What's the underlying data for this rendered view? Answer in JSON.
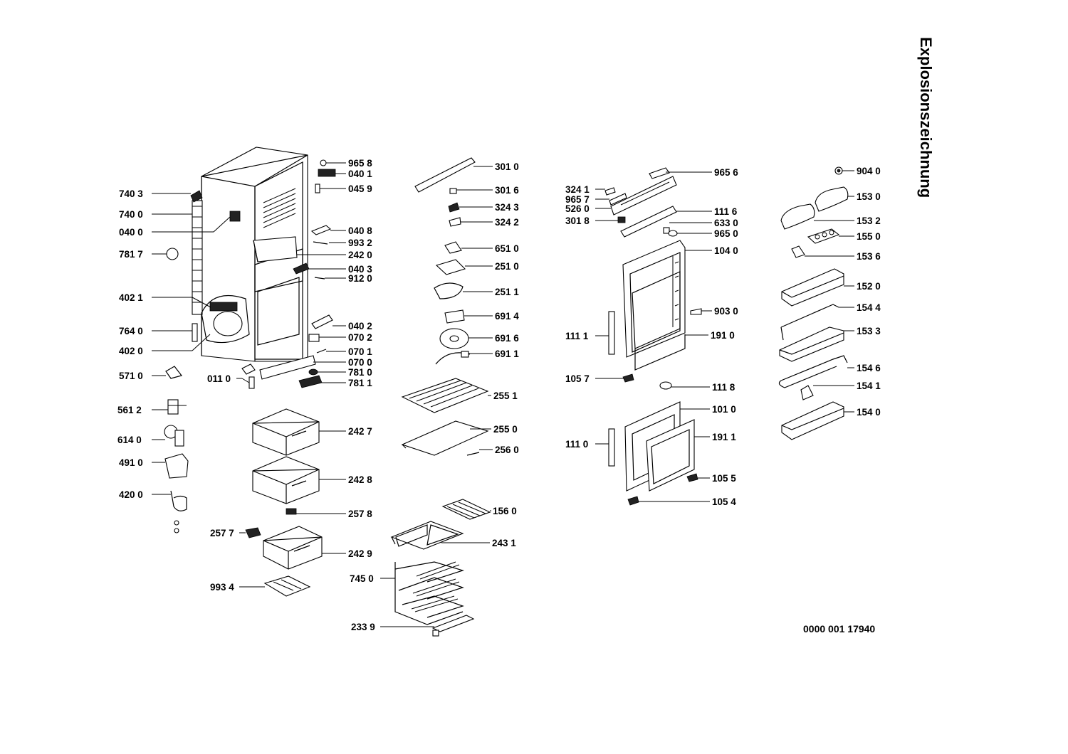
{
  "title": "Explosionszeichnung",
  "document_number": "0000 001 17940",
  "parts": {
    "p9658": "965 8",
    "p0401": "040 1",
    "p0459": "045 9",
    "p7403": "740 3",
    "p7400": "740 0",
    "p0400": "040 0",
    "p0408": "040 8",
    "p9932": "993 2",
    "p2420": "242 0",
    "p7817": "781 7",
    "p0403": "040 3",
    "p9120": "912 0",
    "p4021": "402 1",
    "p0402": "040 2",
    "p0702": "070 2",
    "p7640": "764 0",
    "p4020": "402 0",
    "p0701": "070 1",
    "p0700": "070 0",
    "p7810": "781 0",
    "p7811": "781 1",
    "p5710": "571 0",
    "p0110": "011 0",
    "p5612": "561 2",
    "p6140": "614 0",
    "p4910": "491 0",
    "p4200": "420 0",
    "p2427": "242 7",
    "p2428": "242 8",
    "p2578": "257 8",
    "p2577": "257 7",
    "p2429": "242 9",
    "p9934": "993 4",
    "p3010": "301 0",
    "p3016": "301 6",
    "p3243": "324 3",
    "p3242": "324 2",
    "p6510": "651 0",
    "p2510": "251 0",
    "p2511": "251 1",
    "p6914": "691 4",
    "p6916": "691 6",
    "p6911": "691 1",
    "p2551": "255 1",
    "p2550": "255 0",
    "p2560": "256 0",
    "p1560": "156 0",
    "p2431": "243 1",
    "p7450": "745 0",
    "p2339": "233 9",
    "p3241": "324 1",
    "p9657": "965 7",
    "p5260": "526 0",
    "p3018": "301 8",
    "p9656": "965 6",
    "p1116": "111 6",
    "p6330": "633 0",
    "p9650": "965 0",
    "p1040": "104 0",
    "p9030": "903 0",
    "p1111": "111 1",
    "p1910": "191 0",
    "p1057": "105 7",
    "p1118": "111 8",
    "p1010": "101 0",
    "p1110": "111 0",
    "p1911": "191 1",
    "p1055": "105 5",
    "p1054": "105 4",
    "p9040": "904 0",
    "p1530": "153 0",
    "p1532": "153 2",
    "p1550": "155 0",
    "p1536": "153 6",
    "p1520": "152 0",
    "p1544": "154 4",
    "p1533": "153 3",
    "p1546": "154 6",
    "p1541": "154 1",
    "p1540": "154 0"
  }
}
